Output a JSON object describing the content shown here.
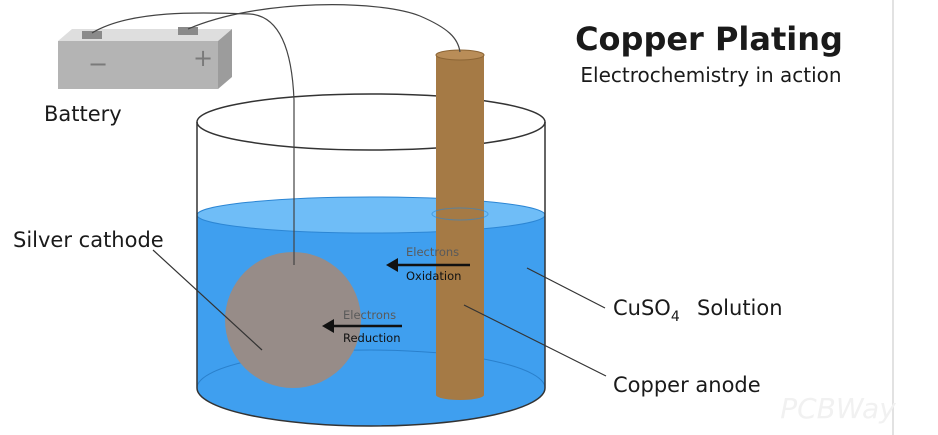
{
  "title": "Copper Plating",
  "subtitle": "Electrochemistry in action",
  "labels": {
    "battery": "Battery",
    "cathode": "Silver cathode",
    "solution_pre": "CuSO",
    "solution_sub": "4",
    "solution_post": "Solution",
    "anode": "Copper anode",
    "electrons": "Electrons",
    "oxidation": "Oxidation",
    "reduction": "Reduction"
  },
  "battery": {
    "minus": "−",
    "plus": "+"
  },
  "watermark": "PCBWay",
  "colors": {
    "solution": "#3f9fef",
    "copper_rod": "#a57a45",
    "cathode": "#978c88",
    "battery": "#b4b4b4"
  }
}
